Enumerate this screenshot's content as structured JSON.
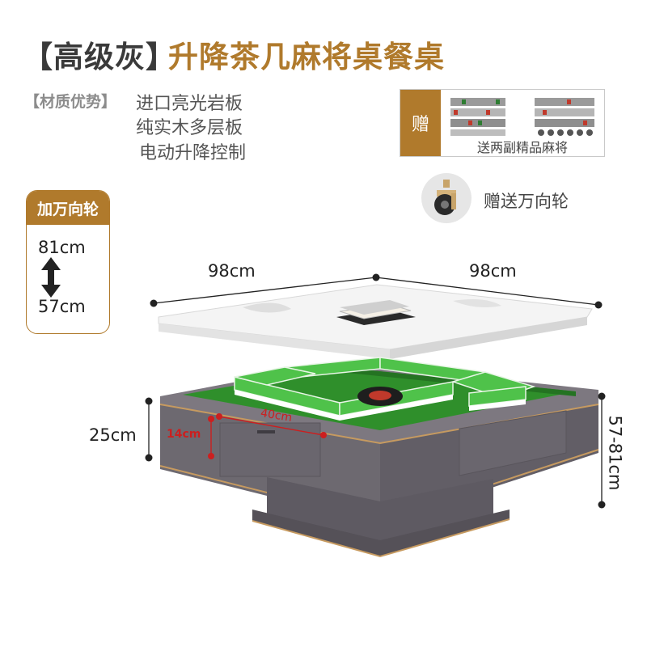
{
  "title": {
    "grey": "【高级灰】",
    "gold": "升降茶几麻将桌餐桌"
  },
  "materials": {
    "label": "【材质优势】",
    "items": [
      "进口亮光岩板",
      "纯实木多层板",
      "电动升降控制"
    ]
  },
  "gift": {
    "tag": "赠",
    "caption": "送两副精品麻将"
  },
  "wheel": {
    "text": "赠送万向轮"
  },
  "lift": {
    "header": "加万向轮",
    "high": "81cm",
    "low": "57cm"
  },
  "dimensions": {
    "width_left": "98cm",
    "width_right": "98cm",
    "height_body": "25cm",
    "drawer_height": "14cm",
    "drawer_width": "40cm",
    "total_height": "57-81cm"
  },
  "colors": {
    "accent": "#b07a2c",
    "felt": "#2f8f2b",
    "body": "#6e6a72",
    "tile": "#4fc24a"
  }
}
